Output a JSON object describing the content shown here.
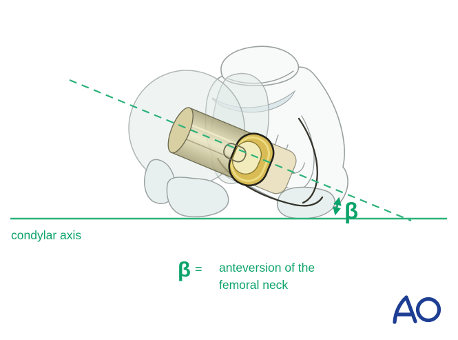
{
  "figure": {
    "labels": {
      "condylar_axis": "condylar axis",
      "beta_symbol": "β",
      "legend_symbol": "β",
      "legend_equals": "=",
      "legend_line1": "anteversion of the",
      "legend_line2": "femoral neck"
    },
    "logo": {
      "text": "AO"
    },
    "colors": {
      "annotation_green": "#0ca36a",
      "line_green": "#2bb27a",
      "logo_blue": "#1d3e92",
      "implant_gold": "#d9bc55",
      "implant_tan": "#d6cfa0",
      "bone_fill": "#f8faf9",
      "bone_outline": "#99a19f"
    }
  }
}
